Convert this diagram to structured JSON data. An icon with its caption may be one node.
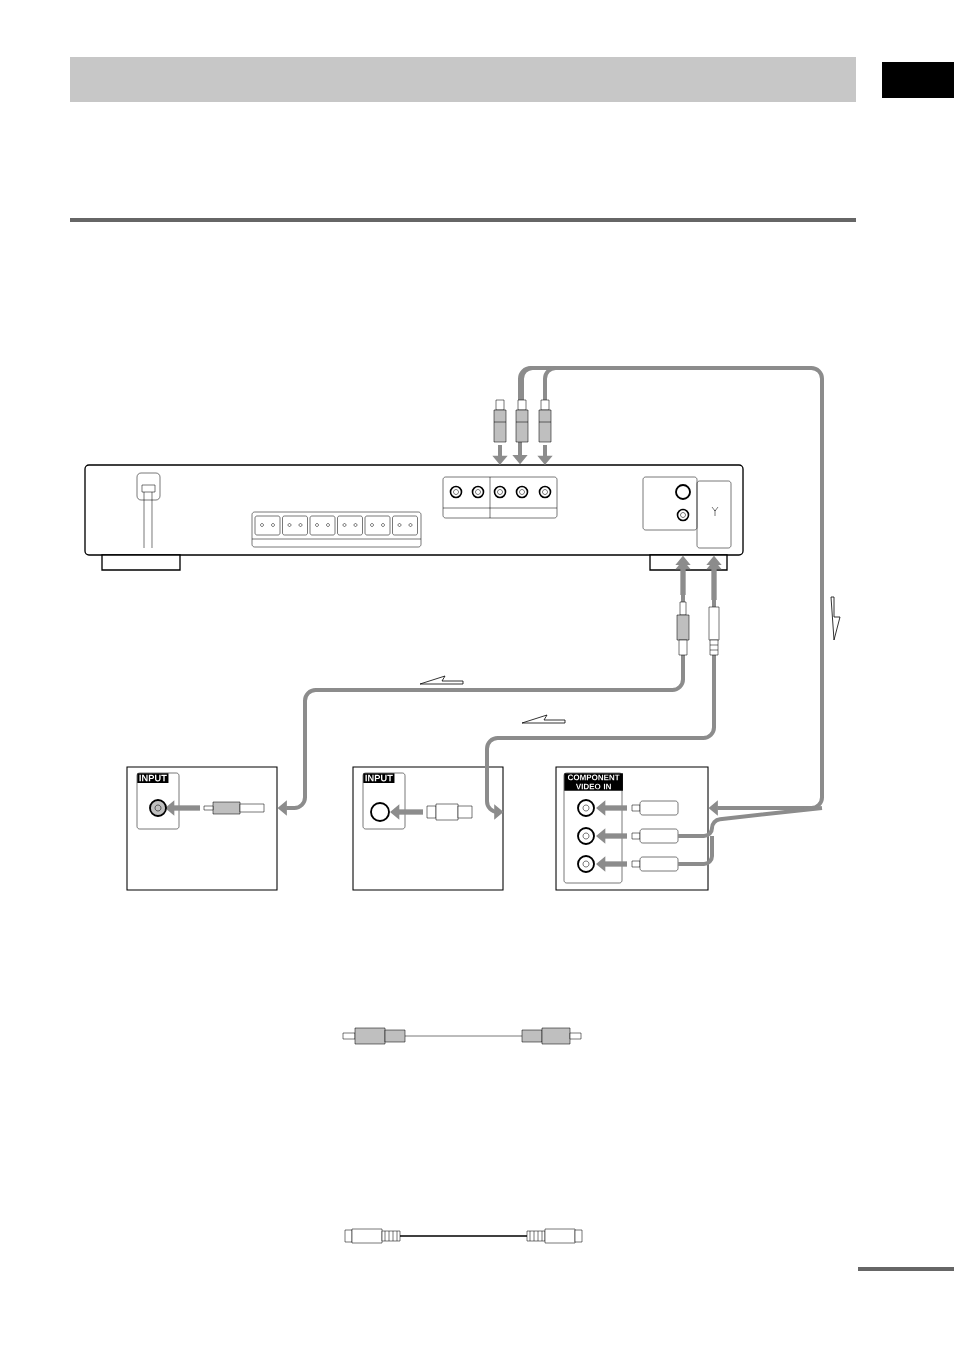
{
  "diagram": {
    "nodes": [
      {
        "text": [],
        "shape": "box"
      },
      {
        "text": [
          "INPUT"
        ]
      },
      {
        "text": [
          "INPUT"
        ]
      },
      {
        "text": [
          "COMPONENT VIDEO IN"
        ]
      }
    ],
    "edges": [
      {
        "from": 0,
        "to": 1,
        "arrow": "both"
      },
      {
        "from": 0,
        "to": 2,
        "arrow": "both"
      },
      {
        "from": 0,
        "to": 3,
        "arrow": "both"
      }
    ]
  }
}
